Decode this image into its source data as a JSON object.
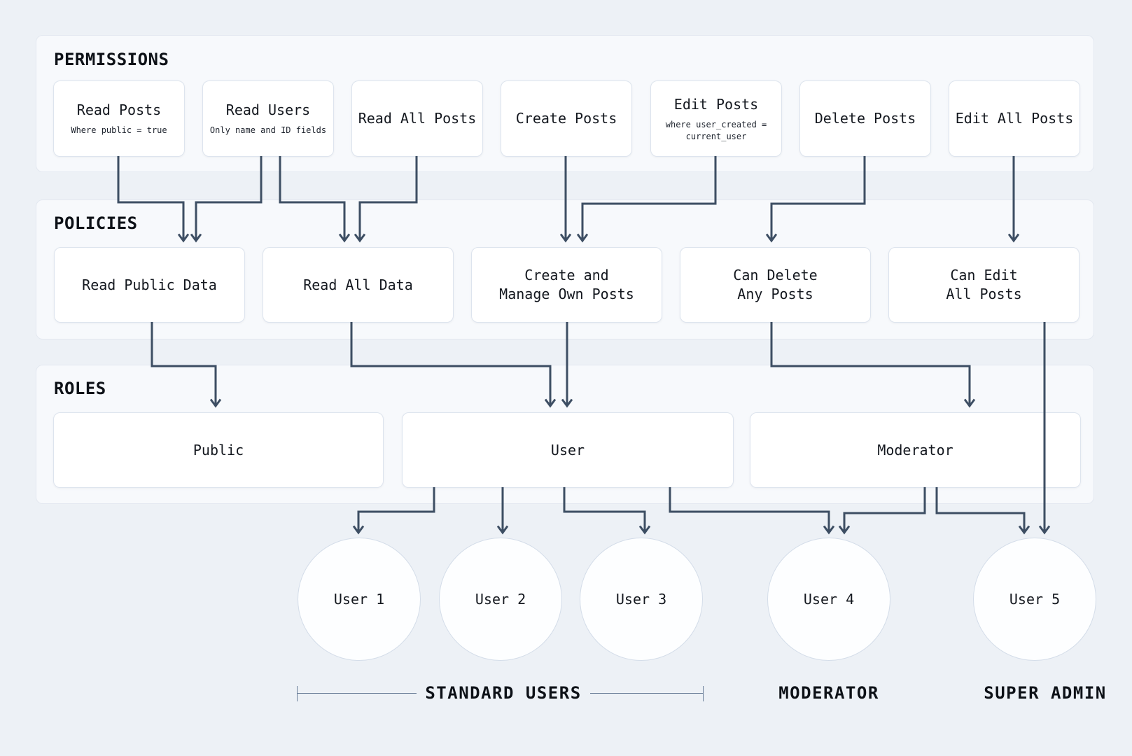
{
  "diagram_title": "Permissions, Policies and Roles hierarchy",
  "colors": {
    "page_background": "#edf1f6",
    "panel_background": "#f7f9fc",
    "panel_border": "#e3e8f0",
    "node_background": "#ffffff",
    "node_border": "#dde4ee",
    "arrow": "#3d4e63",
    "bracket_line": "#6b7f99",
    "text": "#14181f"
  },
  "sections": {
    "permissions": {
      "title": "PERMISSIONS",
      "items": [
        {
          "id": "read_posts",
          "title": "Read Posts",
          "subtitle": "Where public = true"
        },
        {
          "id": "read_users",
          "title": "Read Users",
          "subtitle": "Only name and ID fields"
        },
        {
          "id": "read_all_posts",
          "title": "Read All Posts",
          "subtitle": ""
        },
        {
          "id": "create_posts",
          "title": "Create Posts",
          "subtitle": ""
        },
        {
          "id": "edit_posts",
          "title": "Edit Posts",
          "subtitle": "where user_created =\ncurrent_user"
        },
        {
          "id": "delete_posts",
          "title": "Delete Posts",
          "subtitle": ""
        },
        {
          "id": "edit_all_posts",
          "title": "Edit All Posts",
          "subtitle": ""
        }
      ]
    },
    "policies": {
      "title": "POLICIES",
      "items": [
        {
          "id": "read_public_data",
          "title": "Read Public Data"
        },
        {
          "id": "read_all_data",
          "title": "Read All Data"
        },
        {
          "id": "create_manage_own",
          "title": "Create and\nManage Own Posts"
        },
        {
          "id": "can_delete_any",
          "title": "Can Delete\nAny Posts"
        },
        {
          "id": "can_edit_all",
          "title": "Can Edit\nAll Posts"
        }
      ]
    },
    "roles": {
      "title": "ROLES",
      "items": [
        {
          "id": "public",
          "title": "Public"
        },
        {
          "id": "user",
          "title": "User"
        },
        {
          "id": "moderator",
          "title": "Moderator"
        }
      ]
    }
  },
  "users": [
    {
      "id": "user1",
      "label": "User 1"
    },
    {
      "id": "user2",
      "label": "User 2"
    },
    {
      "id": "user3",
      "label": "User 3"
    },
    {
      "id": "user4",
      "label": "User 4"
    },
    {
      "id": "user5",
      "label": "User 5"
    }
  ],
  "groups": [
    {
      "id": "standard_users",
      "label": "STANDARD USERS"
    },
    {
      "id": "moderator_group",
      "label": "MODERATOR"
    },
    {
      "id": "super_admin",
      "label": "SUPER ADMIN"
    }
  ],
  "edges": [
    {
      "from": "read_posts",
      "to": "read_public_data"
    },
    {
      "from": "read_users",
      "to": "read_public_data"
    },
    {
      "from": "read_users",
      "to": "read_all_data"
    },
    {
      "from": "read_all_posts",
      "to": "read_all_data"
    },
    {
      "from": "create_posts",
      "to": "create_manage_own"
    },
    {
      "from": "edit_posts",
      "to": "create_manage_own"
    },
    {
      "from": "delete_posts",
      "to": "can_delete_any"
    },
    {
      "from": "edit_all_posts",
      "to": "can_edit_all"
    },
    {
      "from": "read_public_data",
      "to": "public"
    },
    {
      "from": "read_all_data",
      "to": "user"
    },
    {
      "from": "create_manage_own",
      "to": "user"
    },
    {
      "from": "can_delete_any",
      "to": "moderator"
    },
    {
      "from": "can_edit_all",
      "to": "user5"
    },
    {
      "from": "user",
      "to": "user1"
    },
    {
      "from": "user",
      "to": "user2"
    },
    {
      "from": "user",
      "to": "user3"
    },
    {
      "from": "user",
      "to": "user4"
    },
    {
      "from": "moderator",
      "to": "user4"
    },
    {
      "from": "moderator",
      "to": "user5"
    }
  ]
}
